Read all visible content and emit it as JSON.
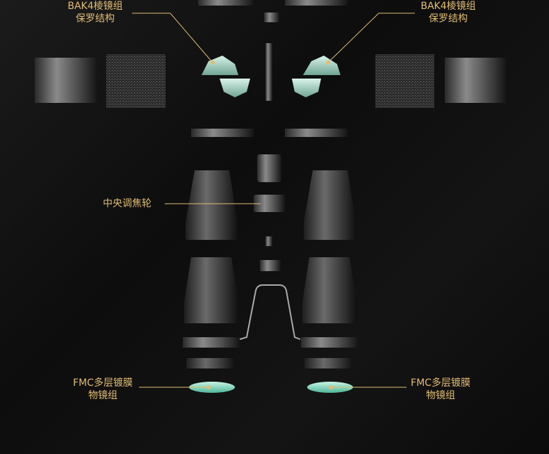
{
  "labels": {
    "prism_left": {
      "line1": "BAK4棱镜组",
      "line2": "保罗结构"
    },
    "prism_right": {
      "line1": "BAK4棱镜组",
      "line2": "保罗结构"
    },
    "focus_wheel": "中央调焦轮",
    "objective_left": {
      "line1": "FMC多层镀膜",
      "line2": "物镜组"
    },
    "objective_right": {
      "line1": "FMC多层镀膜",
      "line2": "物镜组"
    }
  },
  "colors": {
    "accent": "#e3bd72",
    "background": "#0e0e0e",
    "lens": "#9fe0c8"
  }
}
